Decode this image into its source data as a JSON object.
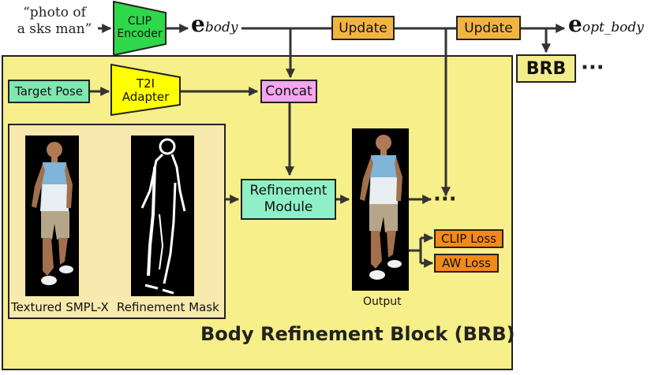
{
  "prompt": {
    "line1": "“photo of",
    "line2": "a sks man”"
  },
  "clip_encoder": {
    "line1": "CLIP",
    "line2": "Encoder"
  },
  "embedding_body": {
    "symbol": "e",
    "subscript": "body"
  },
  "embedding_opt": {
    "symbol": "e",
    "subscript": "opt_body"
  },
  "update_1": "Update",
  "update_2": "Update",
  "brb_small": "BRB",
  "ellipsis_right": "···",
  "ellipsis_mid": "···",
  "target_pose": "Target Pose",
  "t2i_adapter": {
    "line1": "T2I",
    "line2": "Adapter"
  },
  "concat": "Concat",
  "refinement_module": {
    "line1": "Refinement",
    "line2": "Module"
  },
  "captions": {
    "textured": "Textured SMPL-X",
    "mask": "Refinement Mask",
    "output": "Output"
  },
  "clip_loss": "CLIP Loss",
  "aw_loss": "AW Loss",
  "brb_title": "Body Refinement Block (BRB)",
  "colors": {
    "clip_encoder": "#2fd84a",
    "update": "#f2b441",
    "brb_region": "#f6ef8a",
    "inner_panel": "#f8e9ae",
    "target_pose": "#7ee8b0",
    "t2i_adapter": "#ffff00",
    "concat": "#f4a6ee",
    "refinement_module": "#8ff0c8",
    "loss": "#f28a17",
    "tank_top": "#7fb5d8",
    "shorts": "#b6a689",
    "skin": "#b07a55"
  }
}
